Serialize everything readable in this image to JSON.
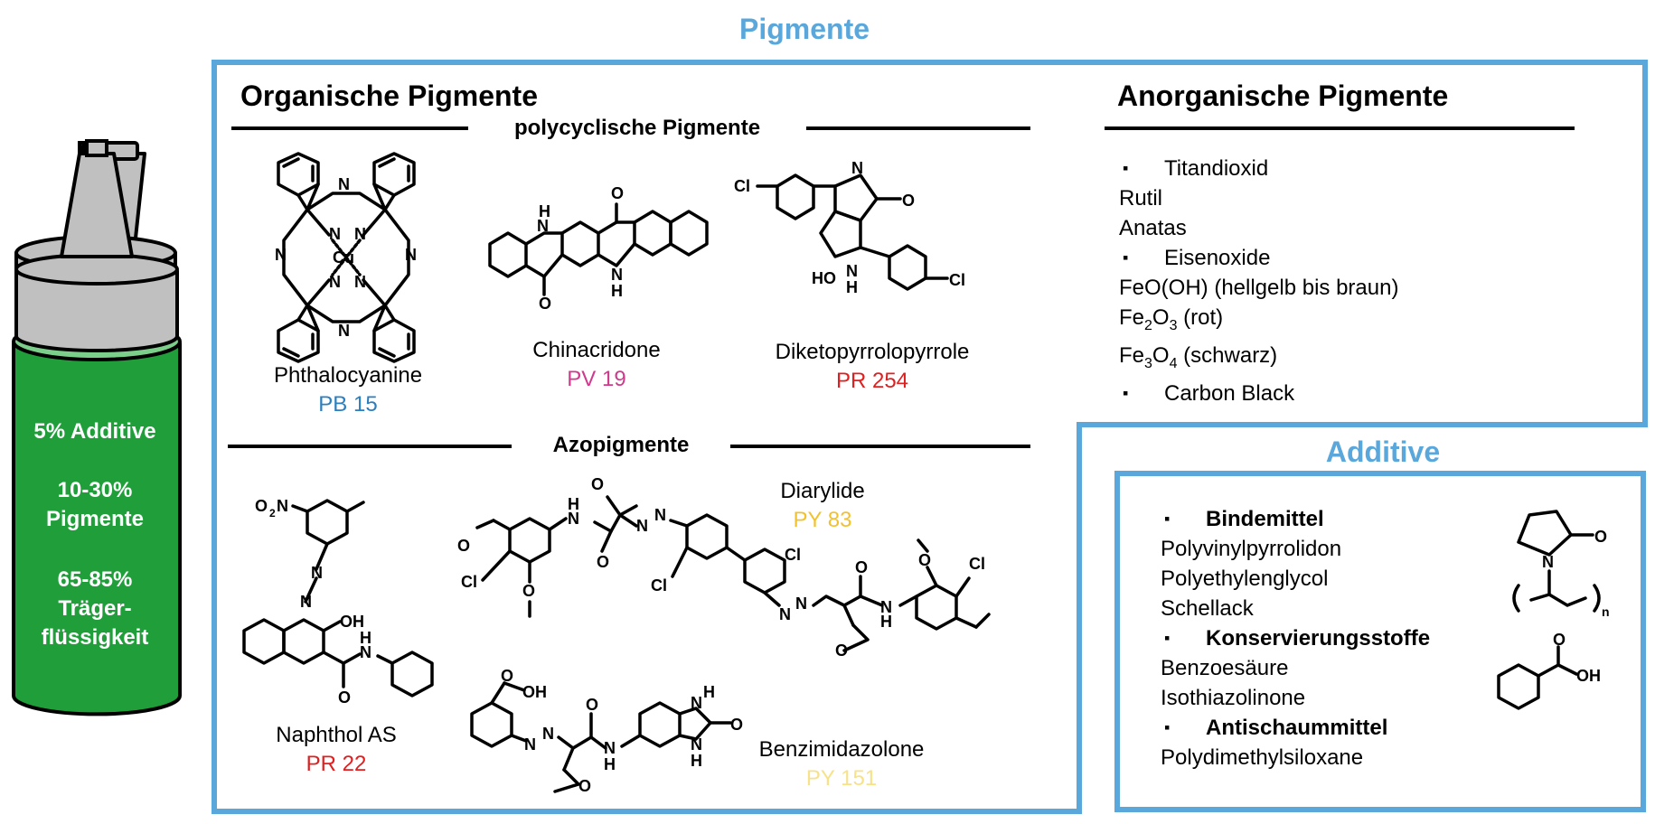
{
  "title": "Pigmente",
  "bottle": {
    "lines": [
      "5% Additive",
      "",
      "10-30%",
      "Pigmente",
      "",
      "65-85%",
      "Träger-",
      "flüssigkeit"
    ],
    "body_color": "#1f9e3a",
    "top_color": "#7ccf8a",
    "cap_color": "#c0c0c0"
  },
  "organic": {
    "title": "Organische Pigmente",
    "polycyclic_header": "polycyclische Pigmente",
    "azo_header": "Azopigmente",
    "pigments": [
      {
        "name": "Phthalocyanine",
        "code": "PB 15",
        "color": "#2a7fc1"
      },
      {
        "name": "Chinacridone",
        "code": "PV 19",
        "color": "#d03a8c"
      },
      {
        "name": "Diketopyrrolopyrrole",
        "code": "PR 254",
        "color": "#e02020"
      },
      {
        "name": "Naphthol AS",
        "code": "PR 22",
        "color": "#e02020"
      },
      {
        "name": "Diarylide",
        "code": "PY 83",
        "color": "#f2c12e"
      },
      {
        "name": "Benzimidazolone",
        "code": "PY 151",
        "color": "#f7e28a"
      }
    ]
  },
  "inorganic": {
    "title": "Anorganische Pigmente",
    "items": [
      {
        "text": "Titandioxid",
        "bullet": true
      },
      {
        "text": "Rutil",
        "bullet": false
      },
      {
        "text": "Anatas",
        "bullet": false
      },
      {
        "text": "Eisenoxide",
        "bullet": true
      },
      {
        "text": "FeO(OH) (hellgelb bis braun)",
        "bullet": false
      },
      {
        "pre": "Fe",
        "sub1": "2",
        "mid": "O",
        "sub2": "3",
        "post": " (rot)",
        "bullet": false
      },
      {
        "pre": "Fe",
        "sub1": "3",
        "mid": "O",
        "sub2": "4",
        "post": " (schwarz)",
        "bullet": false
      },
      {
        "text": "Carbon Black",
        "bullet": true
      }
    ]
  },
  "additive": {
    "title": "Additive",
    "items": [
      {
        "text": "Bindemittel",
        "bullet": true,
        "bold": true
      },
      {
        "text": "Polyvinylpyrrolidon",
        "bullet": false
      },
      {
        "text": "Polyethylenglycol",
        "bullet": false
      },
      {
        "text": "Schellack",
        "bullet": false
      },
      {
        "text": "Konservierungsstoffe",
        "bullet": true,
        "bold": true
      },
      {
        "text": "Benzoesäure",
        "bullet": false
      },
      {
        "text": "Isothiazolinone",
        "bullet": false
      },
      {
        "text": "Antischaummittel",
        "bullet": true,
        "bold": true
      },
      {
        "text": "Polydimethylsiloxane",
        "bullet": false
      }
    ]
  },
  "atoms": {
    "N": "N",
    "Cu": "Cu",
    "H": "H",
    "O": "O",
    "Cl": "Cl",
    "HO": "HO",
    "OH": "OH",
    "NH": "NH",
    "O2N_pre": "O",
    "O2N_sub": "2",
    "O2N_post": "N",
    "n": "n"
  },
  "colors": {
    "accent": "#5aa7dc"
  }
}
